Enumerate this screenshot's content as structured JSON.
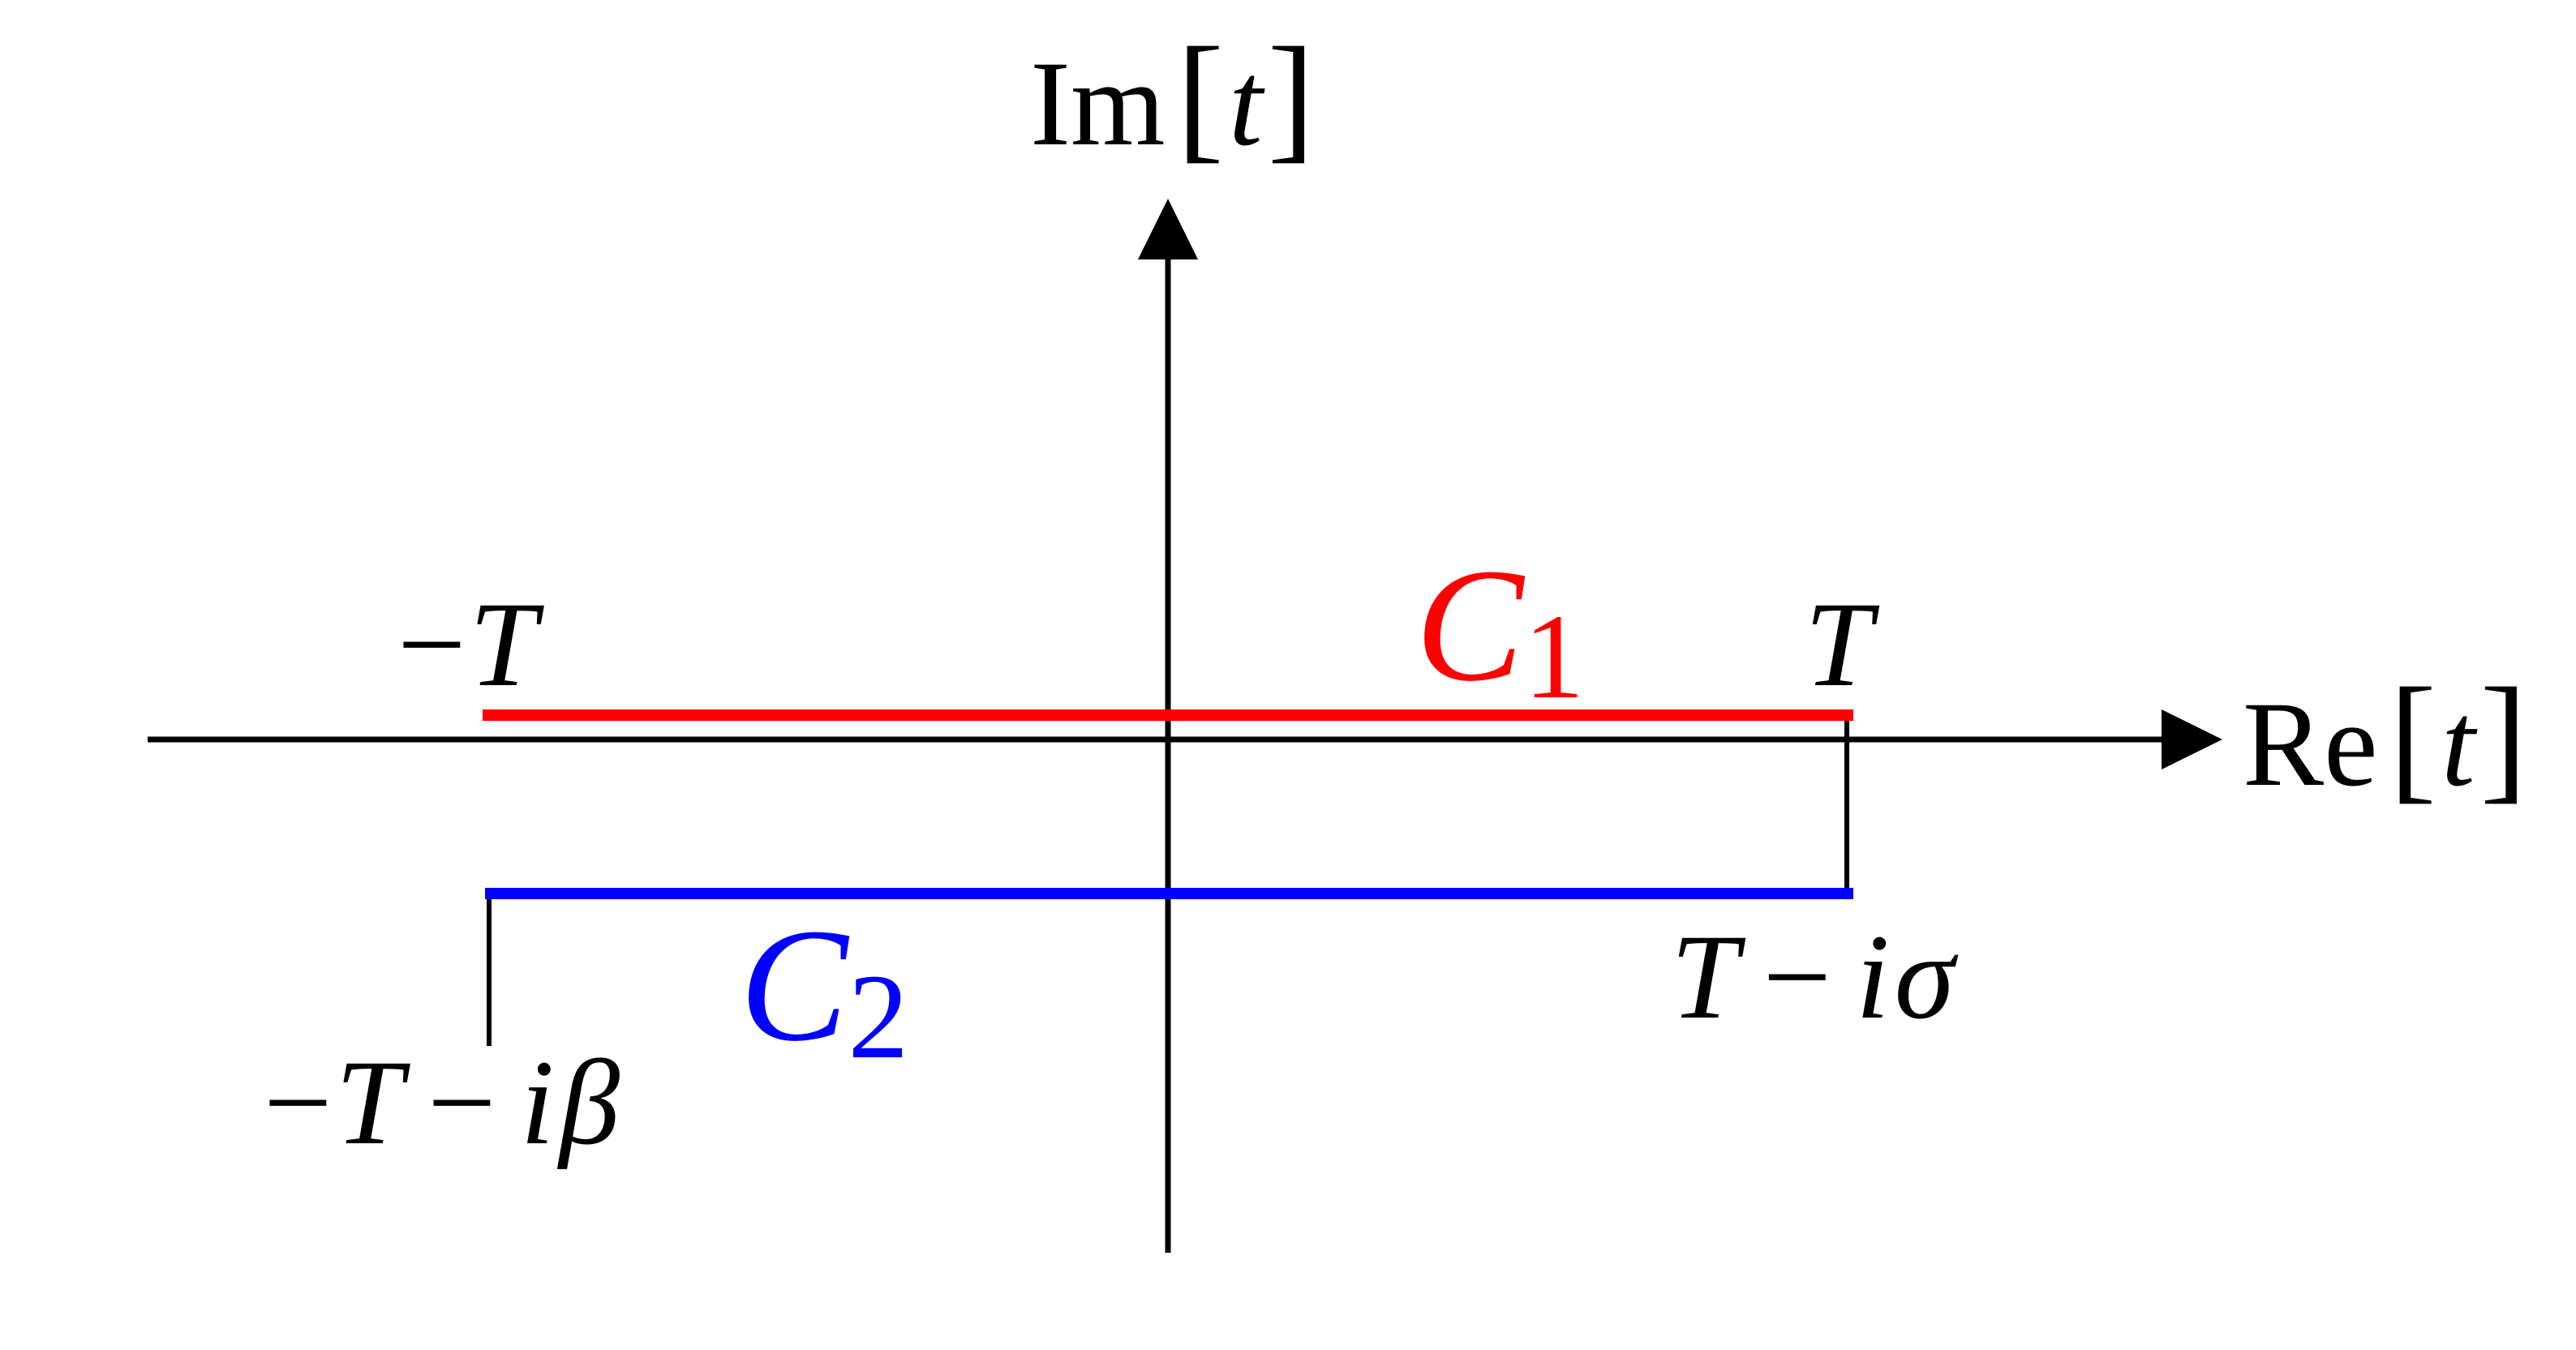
{
  "axes": {
    "imag_label_prefix": "Im",
    "real_label_prefix": "Re",
    "variable": "t",
    "bracket_open": "[",
    "bracket_close": "]"
  },
  "contours": [
    {
      "name": "C",
      "subscript": "1",
      "color": "#ff0000"
    },
    {
      "name": "C",
      "subscript": "2",
      "color": "#0000ff"
    }
  ],
  "points": {
    "minus_T": {
      "sign": "−",
      "sym": "T"
    },
    "T": {
      "sym": "T"
    },
    "T_minus_i_sigma": {
      "sym": "T",
      "op": "−",
      "i": "i",
      "greek": "σ"
    },
    "minus_T_minus_i_beta": {
      "sign": "−",
      "sym": "T",
      "op": "−",
      "i": "i",
      "greek": "β"
    }
  },
  "colors": {
    "axis": "#000000",
    "c1": "#ff0000",
    "c2": "#0000ff"
  }
}
